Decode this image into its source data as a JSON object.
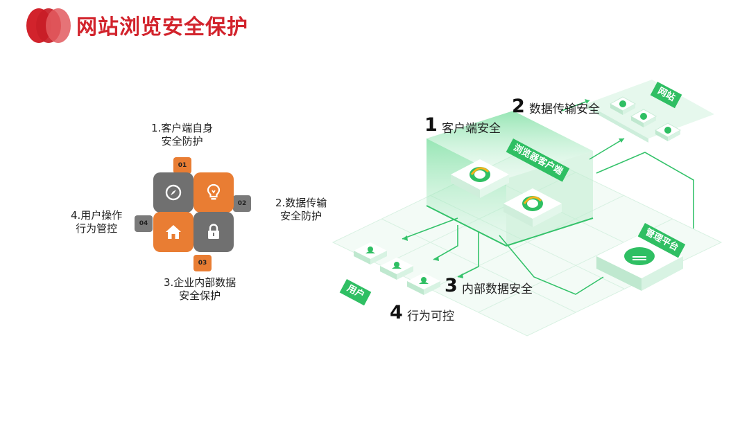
{
  "header": {
    "title": "网站浏览安全保护"
  },
  "left_diagram": {
    "labels": {
      "item1": [
        "1.客户端自身",
        "安全防护"
      ],
      "item2": [
        "2.数据传输",
        "安全防护"
      ],
      "item3": [
        "3.企业内部数据",
        "安全保护"
      ],
      "item4": [
        "4.用户操作",
        "行为管控"
      ]
    },
    "tabs": {
      "t01": "01",
      "t02": "02",
      "t03": "03",
      "t04": "04"
    },
    "icons": {
      "t01": "compass-icon",
      "t02": "lightbulb-icon",
      "t03": "lock-icon",
      "t04": "home-icon"
    },
    "colors": {
      "orange": "#e97d33",
      "gray": "#707070"
    }
  },
  "right_diagram": {
    "steps": [
      {
        "num": "1",
        "label": "客户端安全"
      },
      {
        "num": "2",
        "label": "数据传输安全"
      },
      {
        "num": "3",
        "label": "内部数据安全"
      },
      {
        "num": "4",
        "label": "行为可控"
      }
    ],
    "platforms": {
      "browser": "浏览器客户端",
      "website": "网站",
      "management": "管理平台",
      "user": "用户"
    },
    "colors": {
      "green": "#2fbf63",
      "light_green": "#e7f8ee"
    }
  },
  "theme": {
    "brand_red": "#d2232c"
  }
}
